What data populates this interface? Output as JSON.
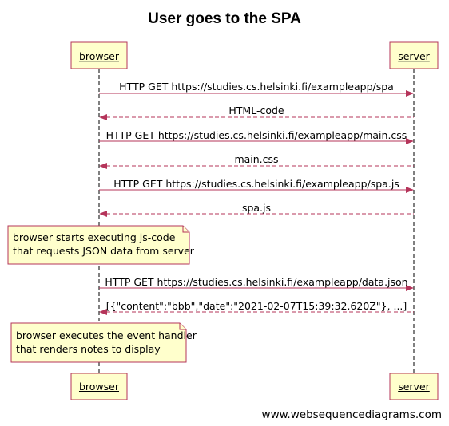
{
  "title": "User goes to the SPA",
  "participants": [
    {
      "id": "browser",
      "label": "browser"
    },
    {
      "id": "server",
      "label": "server"
    }
  ],
  "messages": [
    {
      "from": "browser",
      "to": "server",
      "style": "solid",
      "text": "HTTP GET https://studies.cs.helsinki.fi/exampleapp/spa"
    },
    {
      "from": "server",
      "to": "browser",
      "style": "dashed",
      "text": "HTML-code"
    },
    {
      "from": "browser",
      "to": "server",
      "style": "solid",
      "text": "HTTP GET https://studies.cs.helsinki.fi/exampleapp/main.css"
    },
    {
      "from": "server",
      "to": "browser",
      "style": "dashed",
      "text": "main.css"
    },
    {
      "from": "browser",
      "to": "server",
      "style": "solid",
      "text": "HTTP GET https://studies.cs.helsinki.fi/exampleapp/spa.js"
    },
    {
      "from": "server",
      "to": "browser",
      "style": "dashed",
      "text": "spa.js"
    },
    {
      "from": "browser",
      "to": "server",
      "style": "solid",
      "text": "HTTP GET https://studies.cs.helsinki.fi/exampleapp/data.json"
    },
    {
      "from": "server",
      "to": "browser",
      "style": "dashed",
      "text": "[{\"content\":\"bbb\",\"date\":\"2021-02-07T15:39:32.620Z\"}, ...]"
    }
  ],
  "notes": [
    {
      "over": "browser",
      "lines": [
        "browser starts executing js-code",
        "that requests JSON data from server"
      ]
    },
    {
      "over": "browser",
      "lines": [
        "browser executes the event handler",
        "that renders notes to display"
      ]
    }
  ],
  "watermark": "www.websequencediagrams.com",
  "colors": {
    "accent": "#b5345a",
    "box_fill": "#ffffcc",
    "background": "#ffffff"
  }
}
